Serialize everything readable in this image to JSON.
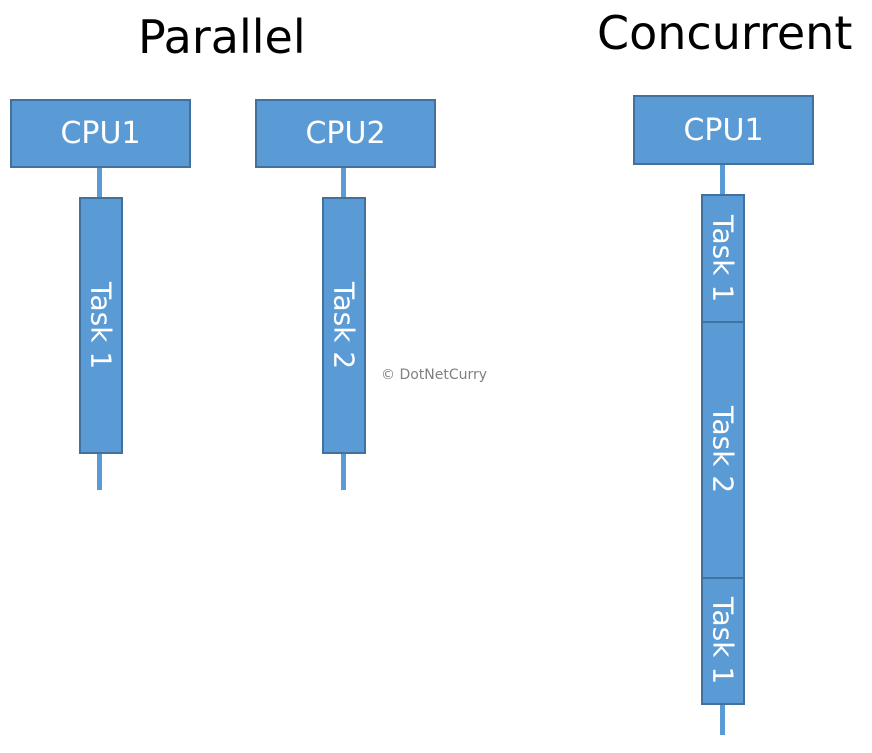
{
  "titles": {
    "parallel": "Parallel",
    "concurrent": "Concurrent"
  },
  "parallel": {
    "cpus": [
      {
        "label": "CPU1",
        "task": "Task 1"
      },
      {
        "label": "CPU2",
        "task": "Task 2"
      }
    ]
  },
  "concurrent": {
    "cpu": {
      "label": "CPU1"
    },
    "tasks": [
      "Task 1",
      "Task 2",
      "Task 1"
    ]
  },
  "watermark": "© DotNetCurry",
  "colors": {
    "box_fill": "#5b9bd5",
    "box_border": "#41719c",
    "text": "#ffffff"
  }
}
